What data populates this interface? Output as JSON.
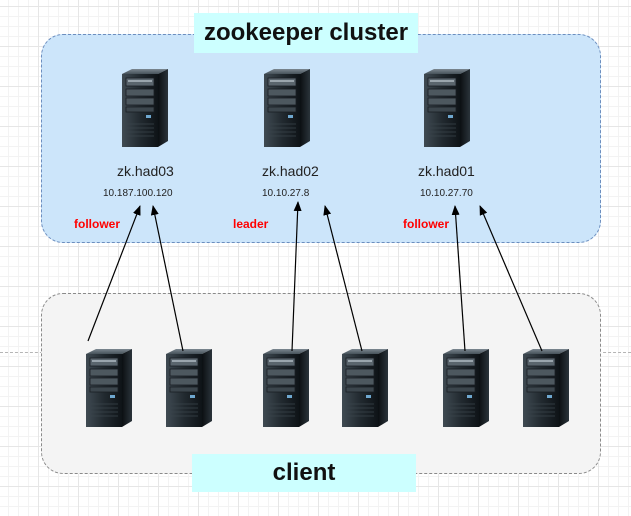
{
  "cluster": {
    "title": "zookeeper cluster",
    "nodes": [
      {
        "name": "zk.had03",
        "ip": "10.187.100.120",
        "role": "follower"
      },
      {
        "name": "zk.had02",
        "ip": "10.10.27.8",
        "role": "leader"
      },
      {
        "name": "zk.had01",
        "ip": "10.10.27.70",
        "role": "follower"
      }
    ]
  },
  "client": {
    "title": "client"
  },
  "colors": {
    "cluster_fill": "#cce5fa",
    "cluster_border": "#6c8ebf",
    "client_fill": "#f4f4f4",
    "label_fill": "#ccffff",
    "role_text": "#ff0000",
    "arrow": "#000000"
  },
  "icons": {
    "server": "server-tower-icon"
  }
}
